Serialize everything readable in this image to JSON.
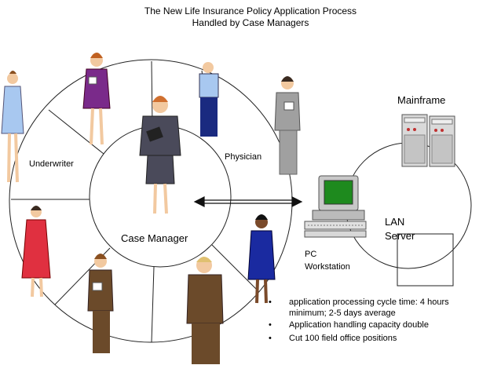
{
  "title": {
    "line1": "The New Life Insurance Policy Application Process",
    "line2": "Handled by Case Managers"
  },
  "labels": {
    "underwriter": "Underwriter",
    "physician": "Physician",
    "case_manager": "Case Manager",
    "mainframe": "Mainframe",
    "lan": "LAN",
    "server": "Server",
    "pc": "PC",
    "workstation": "Workstation"
  },
  "bullets": [
    {
      "text": "application processing cycle time:      4 hours minimum; 2-5 days average"
    },
    {
      "text": "Application handling capacity double"
    },
    {
      "text": "Cut 100 field office positions"
    }
  ],
  "bullet_glyph": "•",
  "colors": {
    "line": "#222222",
    "screen": "#1e8a1e",
    "monitor": "#c8c8c8",
    "server": "#d9d9d9",
    "suit_dark": "#4a4a5a",
    "dress_red": "#e03040",
    "dress_purple": "#7a2a8a",
    "dress_blue": "#1a2aa0",
    "shirt_light_blue": "#a8c8f0",
    "suit_brown": "#6b4a2a",
    "suit_gray": "#a0a0a0",
    "skin": "#f2c9a0",
    "hair_orange": "#d07030"
  },
  "icons": [
    "person-icon",
    "computer-icon",
    "server-icon",
    "double-arrow-icon"
  ]
}
